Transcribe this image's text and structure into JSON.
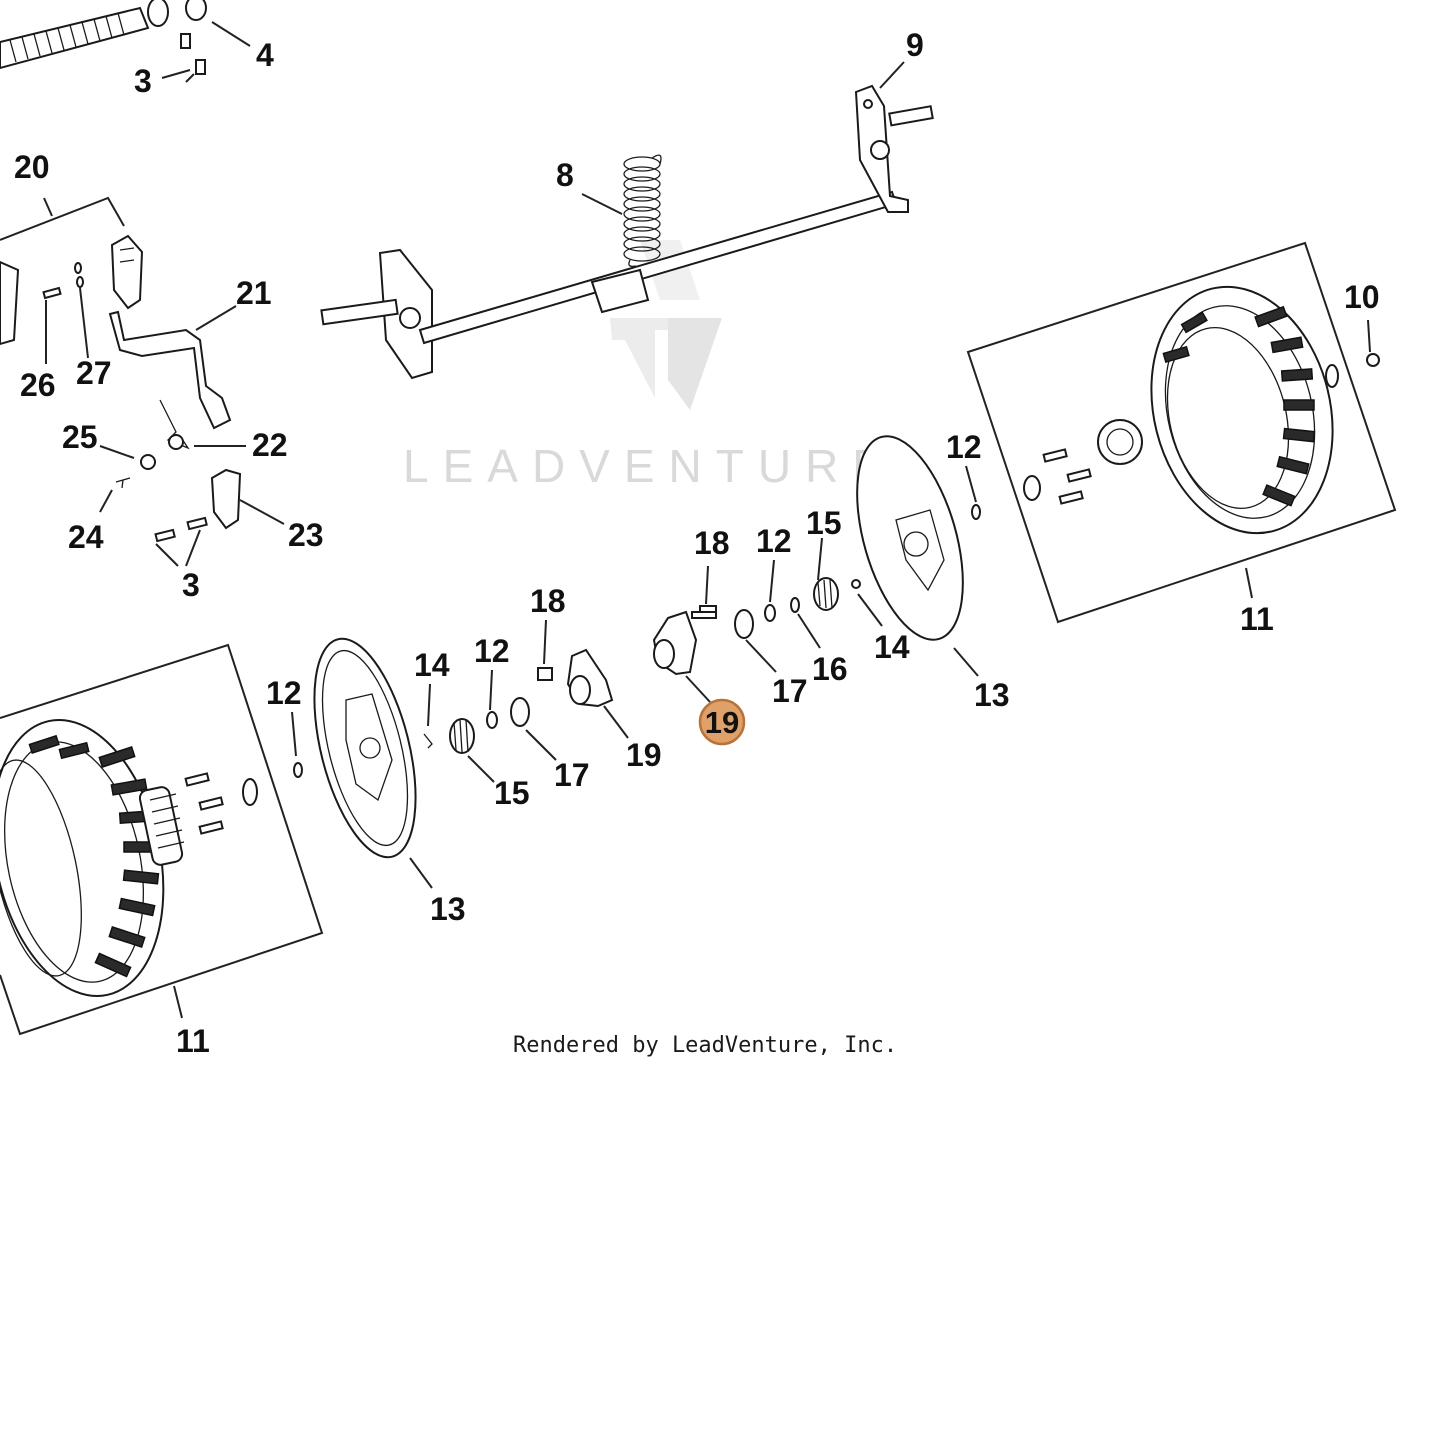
{
  "diagram": {
    "watermark": "LEADVENTURE",
    "credit": "Rendered by LeadVenture, Inc.",
    "highlight": {
      "label": "19",
      "color": "#e0a06a",
      "border": "#b8733a"
    },
    "callouts": {
      "c3a": "3",
      "c4": "4",
      "c9": "9",
      "c8": "8",
      "c20": "20",
      "c21": "21",
      "c26": "26",
      "c27": "27",
      "c25": "25",
      "c22": "22",
      "c24": "24",
      "c23": "23",
      "c3b": "3",
      "c10": "10",
      "c12a": "12",
      "c11a": "11",
      "c18a": "18",
      "c12b": "12",
      "c15a": "15",
      "c14a": "14",
      "c16": "16",
      "c17a": "17",
      "c13a": "13",
      "c18b": "18",
      "c14b": "14",
      "c12c": "12",
      "c12d": "12",
      "c15b": "15",
      "c17b": "17",
      "c19": "19",
      "c13b": "13",
      "c11b": "11"
    }
  }
}
